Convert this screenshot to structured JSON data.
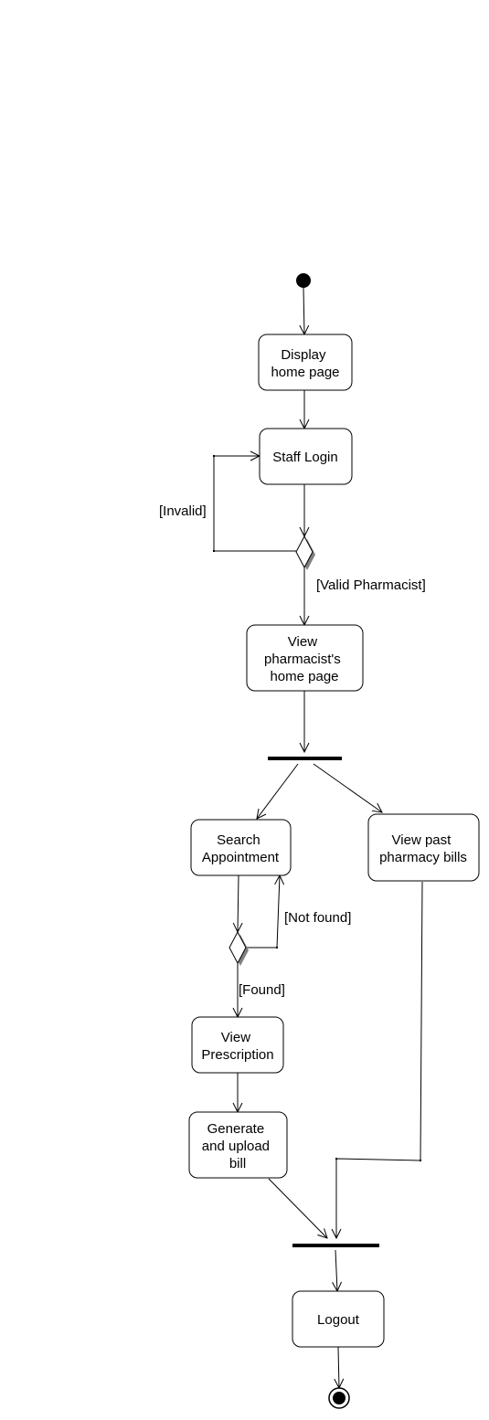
{
  "nodes": {
    "display_home": [
      "Display",
      "home page"
    ],
    "staff_login": [
      "Staff Login"
    ],
    "pharmacist_home": [
      "View",
      "pharmacist's",
      "home page"
    ],
    "search_appointment": [
      "Search",
      "Appointment"
    ],
    "view_bills": [
      "View past",
      "pharmacy bills"
    ],
    "view_prescription": [
      "View",
      "Prescription"
    ],
    "generate_bill": [
      "Generate",
      "and upload",
      "bill"
    ],
    "logout": [
      "Logout"
    ]
  },
  "guards": {
    "invalid": "[Invalid]",
    "valid_pharmacist": "[Valid Pharmacist]",
    "not_found": "[Not found]",
    "found": "[Found]"
  }
}
